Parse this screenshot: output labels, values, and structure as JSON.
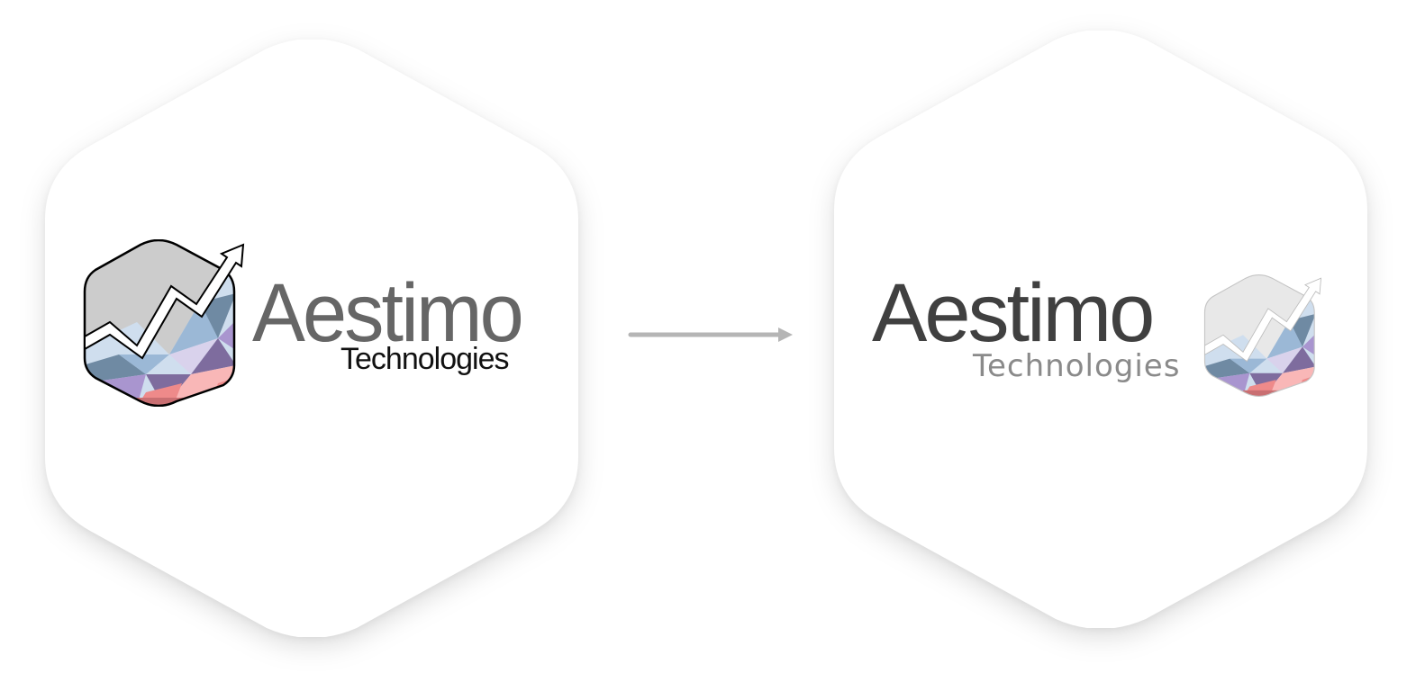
{
  "before": {
    "brand_name": "Aestimo",
    "brand_sub": "Technologies",
    "colors": {
      "wordmark": "#666666",
      "subtext": "#111111",
      "mark_outline": "#000000",
      "mark_top": "#cccccc"
    }
  },
  "transition": {
    "icon": "right-arrow-icon",
    "color": "#b5b5b5"
  },
  "after": {
    "brand_name": "Aestimo",
    "brand_sub": "Technologies",
    "colors": {
      "wordmark": "#404040",
      "subtext": "#8a8a8a",
      "mark_outline": "#bbbbbb",
      "mark_top": "#e8e8e8"
    }
  },
  "palette": {
    "blue_light": "#cfdeee",
    "blue": "#9bb8d6",
    "slate": "#6f8aa3",
    "lavender": "#d9d2ec",
    "purple": "#a995cf",
    "purple_dark": "#7e6c9e",
    "pink": "#f9b7b7",
    "red": "#ee8a8a",
    "red_dark": "#c96f72"
  }
}
